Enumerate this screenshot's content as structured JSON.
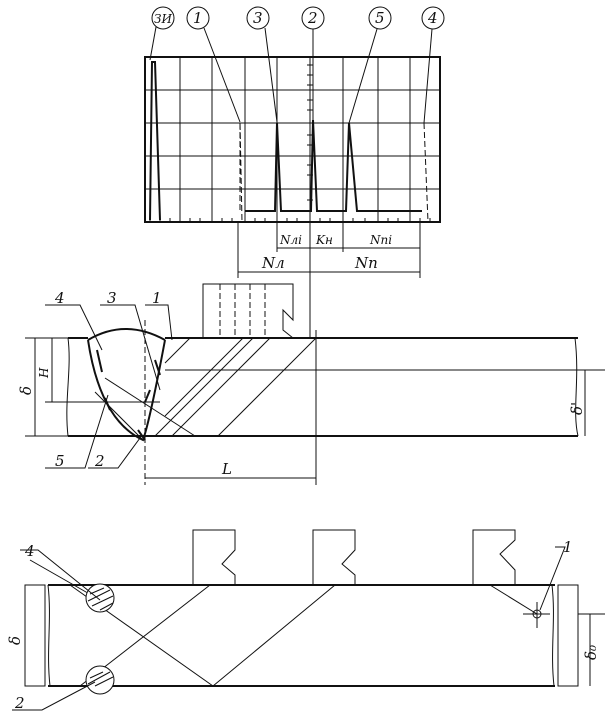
{
  "oscillogram": {
    "circle_labels": [
      "ЗИ",
      "1",
      "3",
      "2",
      "5",
      "4"
    ],
    "dims": {
      "n_li": "Nлi",
      "k_n": "Kн",
      "n_pi": "Nпi",
      "n_l": "Nл",
      "n_p": "Nп"
    }
  },
  "weld_section": {
    "labels": [
      "4",
      "3",
      "1",
      "5",
      "2"
    ],
    "dims": {
      "delta": "δ",
      "h": "H",
      "delta_prime": "δ'",
      "l": "L"
    }
  },
  "plate_section": {
    "labels": [
      "4",
      "1",
      "2"
    ],
    "dims": {
      "delta": "δ",
      "delta_0": "δ₀"
    }
  }
}
